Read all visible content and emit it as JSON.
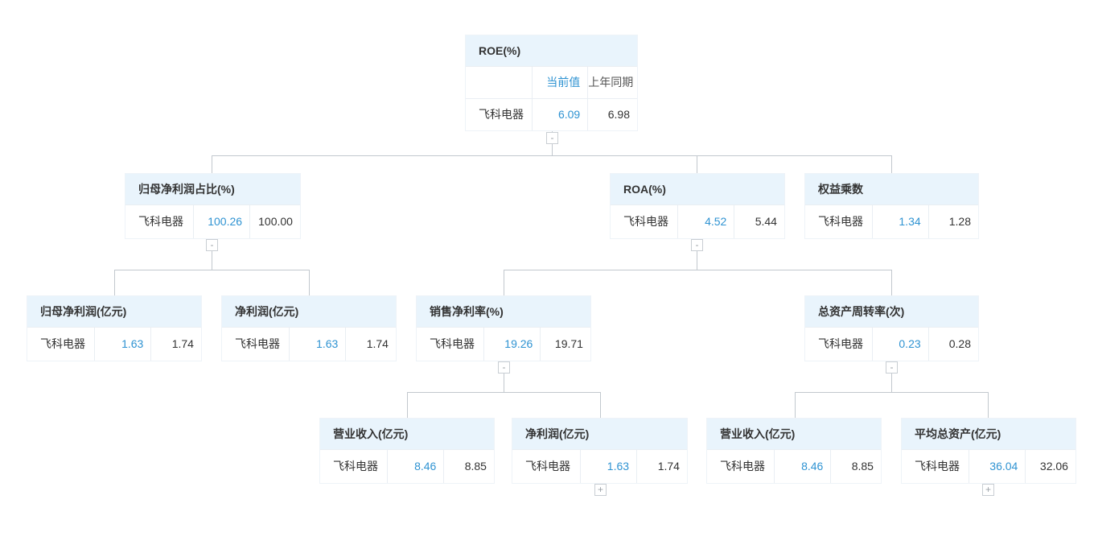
{
  "company": "飞科电器",
  "columns": {
    "current": "当前值",
    "previous": "上年同期"
  },
  "buttons": {
    "collapse": "-",
    "expand": "+"
  },
  "colors": {
    "accent": "#2f93d2",
    "header_bg": "#e9f4fc",
    "border": "#e9eef3",
    "line": "#c2c8ce"
  },
  "nodes": {
    "roe": {
      "title": "ROE(%)",
      "current": "6.09",
      "previous": "6.98"
    },
    "profit_ratio": {
      "title": "归母净利润占比(%)",
      "current": "100.26",
      "previous": "100.00"
    },
    "roa": {
      "title": "ROA(%)",
      "current": "4.52",
      "previous": "5.44"
    },
    "equity_multiplier": {
      "title": "权益乘数",
      "current": "1.34",
      "previous": "1.28"
    },
    "net_profit_attr": {
      "title": "归母净利润(亿元)",
      "current": "1.63",
      "previous": "1.74"
    },
    "net_profit": {
      "title": "净利润(亿元)",
      "current": "1.63",
      "previous": "1.74"
    },
    "net_margin": {
      "title": "销售净利率(%)",
      "current": "19.26",
      "previous": "19.71"
    },
    "asset_turnover": {
      "title": "总资产周转率(次)",
      "current": "0.23",
      "previous": "0.28"
    },
    "revenue_1": {
      "title": "营业收入(亿元)",
      "current": "8.46",
      "previous": "8.85"
    },
    "net_profit_2": {
      "title": "净利润(亿元)",
      "current": "1.63",
      "previous": "1.74"
    },
    "revenue_2": {
      "title": "营业收入(亿元)",
      "current": "8.46",
      "previous": "8.85"
    },
    "avg_total_assets": {
      "title": "平均总资产(亿元)",
      "current": "36.04",
      "previous": "32.06"
    }
  },
  "hierarchy": {
    "roe": [
      "profit_ratio",
      "roa",
      "equity_multiplier"
    ],
    "profit_ratio": [
      "net_profit_attr",
      "net_profit"
    ],
    "roa": [
      "net_margin",
      "asset_turnover"
    ],
    "net_margin": [
      "revenue_1",
      "net_profit_2"
    ],
    "asset_turnover": [
      "revenue_2",
      "avg_total_assets"
    ]
  }
}
